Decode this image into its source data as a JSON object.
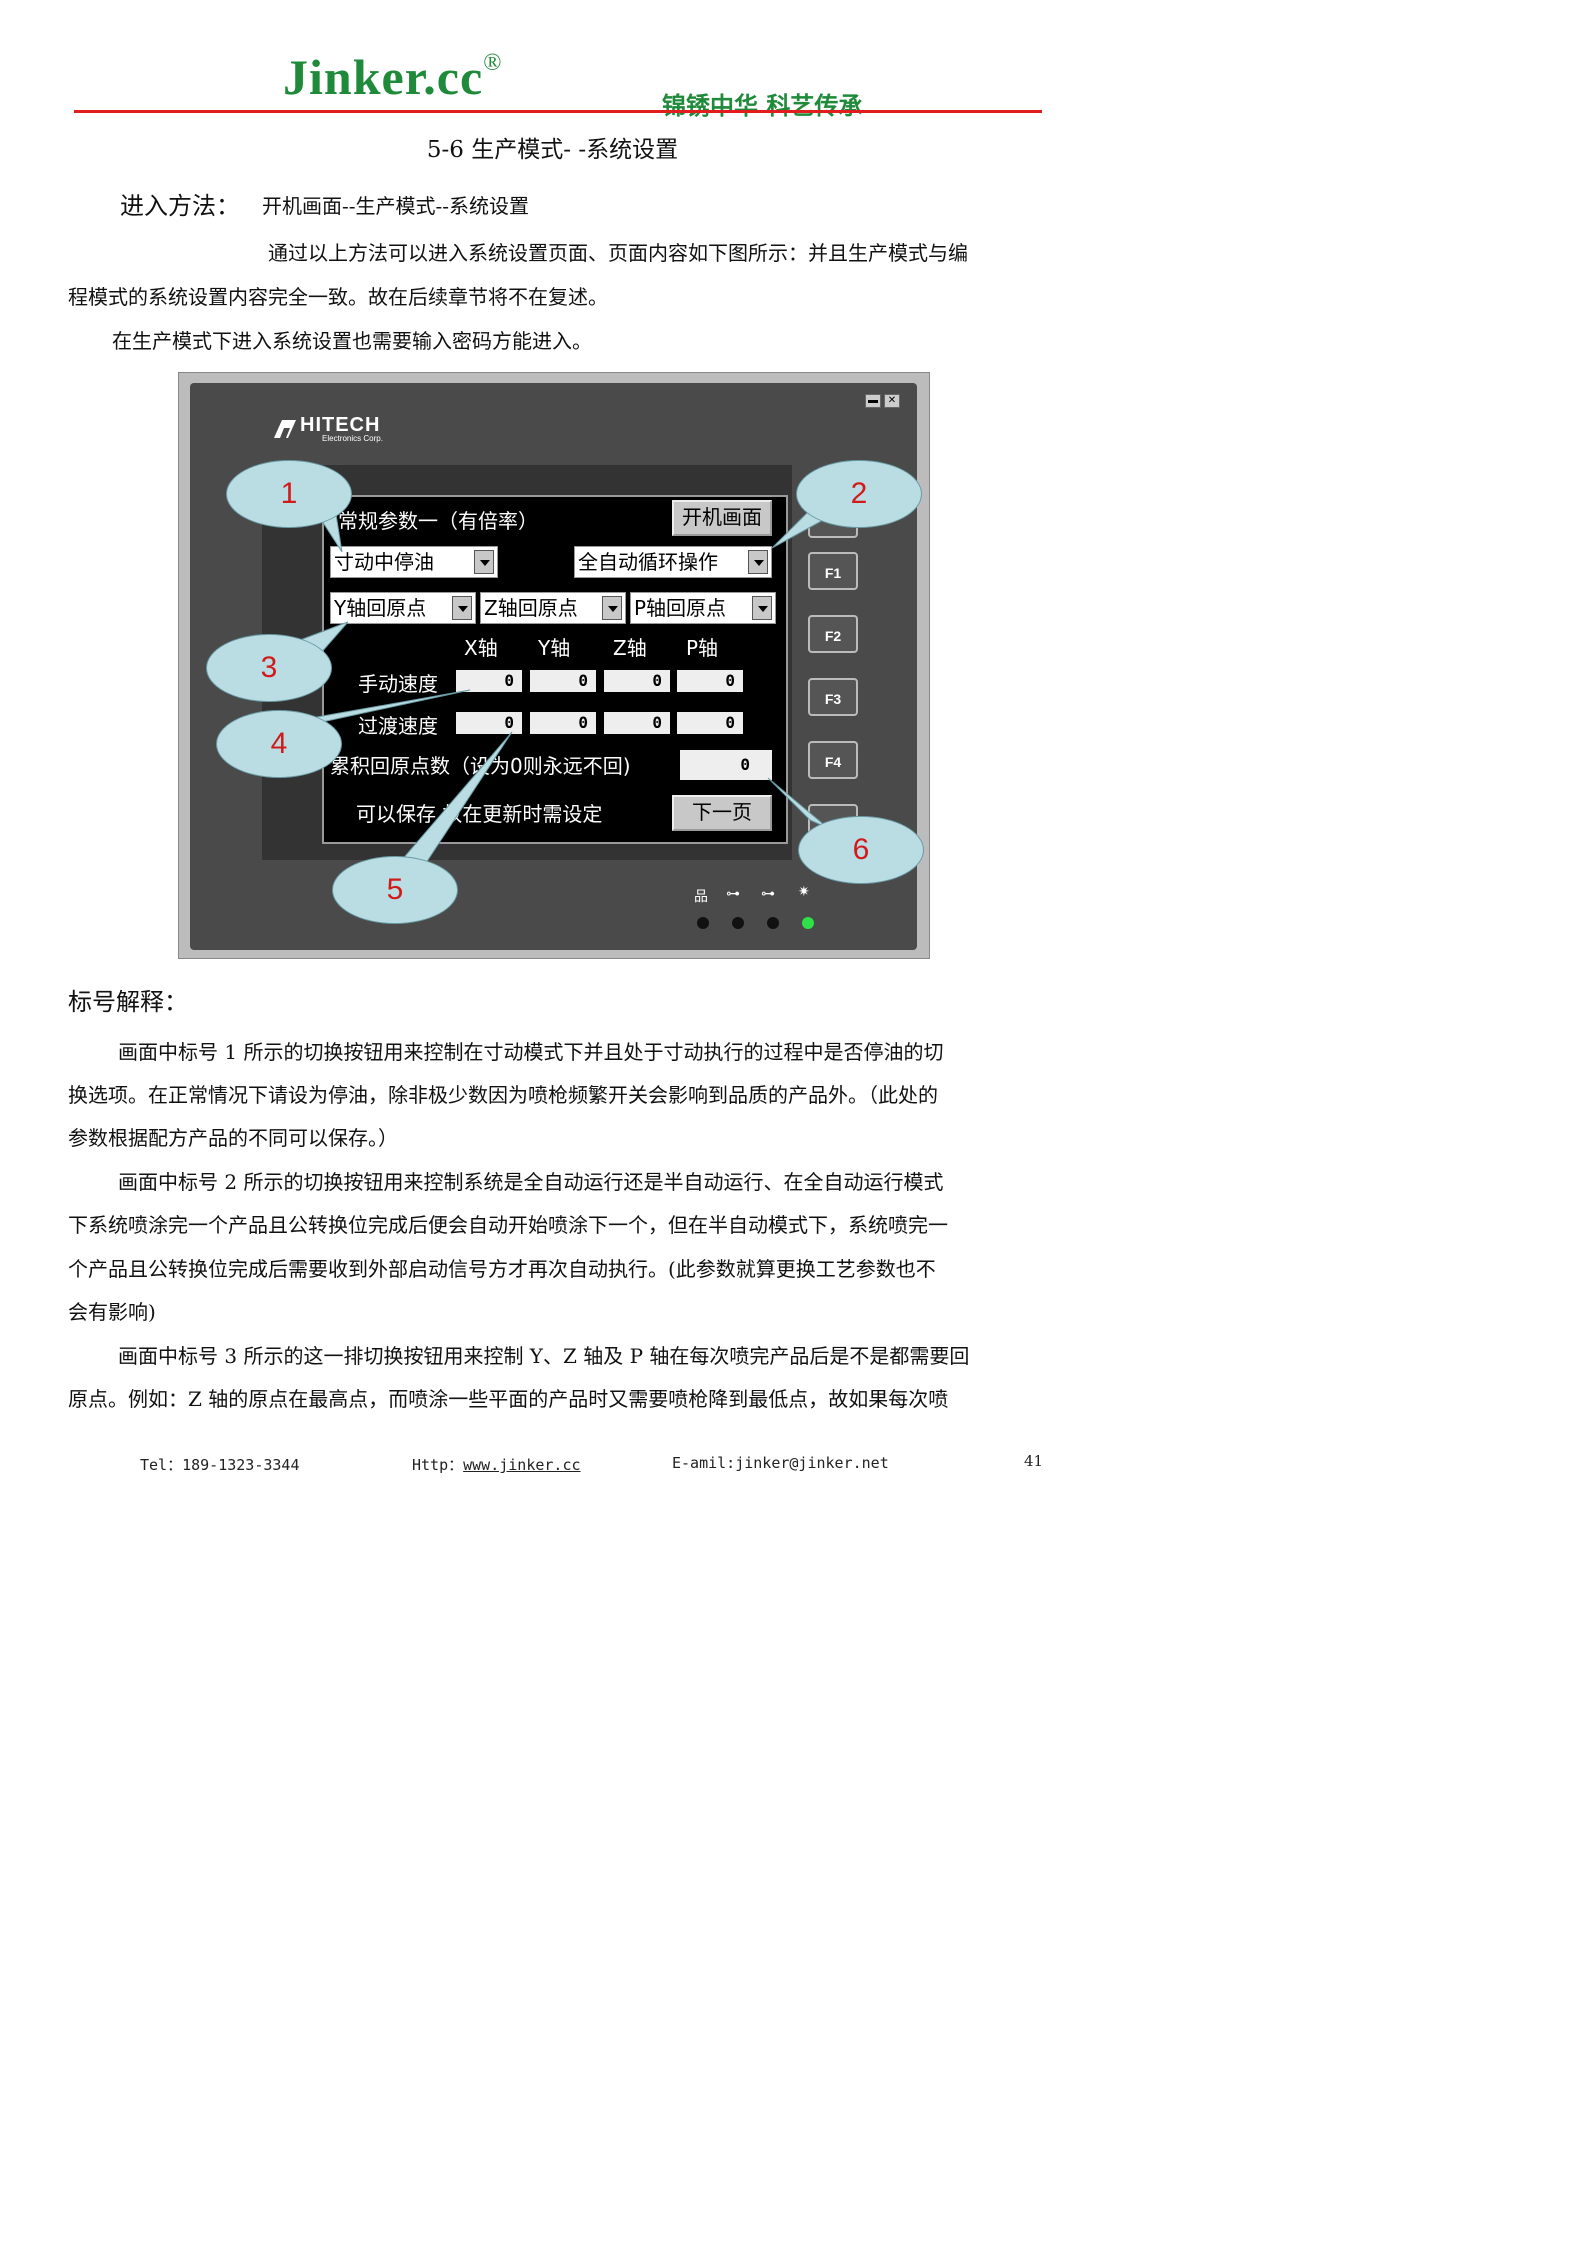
{
  "header": {
    "brand": "Jinker.cc",
    "registered_mark": "®",
    "slogan": "锦锈中华 科艺传承"
  },
  "section_title": "5-6 生产模式- -系统设置",
  "method": {
    "label": "进入方法：",
    "path": "开机画面--生产模式--系统设置"
  },
  "intro": {
    "line1": "通过以上方法可以进入系统设置页面、页面内容如下图所示：并且生产模式与编",
    "line2": "程模式的系统设置内容完全一致。故在后续章节将不在复述。",
    "line3": "在生产模式下进入系统设置也需要输入密码方能进入。"
  },
  "figure": {
    "logo_brand": "HITECH",
    "logo_sub": "Electronics Corp.",
    "screen": {
      "title": "常规参数一（有倍率）",
      "home_button": "开机画面",
      "dropdown_oil": "寸动中停油",
      "dropdown_cycle": "全自动循环操作",
      "dropdown_y_home": "Y轴回原点",
      "dropdown_z_home": "Z轴回原点",
      "dropdown_p_home": "P轴回原点",
      "axis_headers": [
        "X轴",
        "Y轴",
        "Z轴",
        "P轴"
      ],
      "manual_speed_label": "手动速度",
      "manual_speed_values": [
        "0",
        "0",
        "0",
        "0"
      ],
      "transition_speed_label": "过渡速度",
      "transition_speed_values": [
        "0",
        "0",
        "0",
        "0"
      ],
      "home_count_label": "累积回原点数（设为0则永远不回)",
      "home_count_value": "0",
      "save_note": "可以保存  故在更新时需设定",
      "next_button": "下一页"
    },
    "function_keys": [
      "F1",
      "F2",
      "F3",
      "F4"
    ],
    "callouts": [
      "1",
      "2",
      "3",
      "4",
      "5",
      "6"
    ],
    "window_controls": [
      "▬",
      "✕"
    ]
  },
  "explanation": {
    "heading": "标号解释：",
    "p1_l1": "画面中标号 1 所示的切换按钮用来控制在寸动模式下并且处于寸动执行的过程中是否停油的切",
    "p1_l2": "换选项。在正常情况下请设为停油，除非极少数因为喷枪频繁开关会影响到品质的产品外。（此处的",
    "p1_l3": "参数根据配方产品的不同可以保存。）",
    "p2_l1": "画面中标号 2 所示的切换按钮用来控制系统是全自动运行还是半自动运行、在全自动运行模式",
    "p2_l2": "下系统喷涂完一个产品且公转换位完成后便会自动开始喷涂下一个，但在半自动模式下，系统喷完一",
    "p2_l3": "个产品且公转换位完成后需要收到外部启动信号方才再次自动执行。(此参数就算更换工艺参数也不",
    "p2_l4": "会有影响)",
    "p3_l1": "画面中标号 3 所示的这一排切换按钮用来控制 Y、Z 轴及 P 轴在每次喷完产品后是不是都需要回",
    "p3_l2": "原点。例如：Z 轴的原点在最高点，而喷涂一些平面的产品时又需要喷枪降到最低点，故如果每次喷"
  },
  "footer": {
    "tel": "Tel：189-1323-3344",
    "http_label": "Http：",
    "http_link": "www.jinker.cc",
    "email": "E-amil:jinker@jinker.net",
    "page_number": "41"
  }
}
